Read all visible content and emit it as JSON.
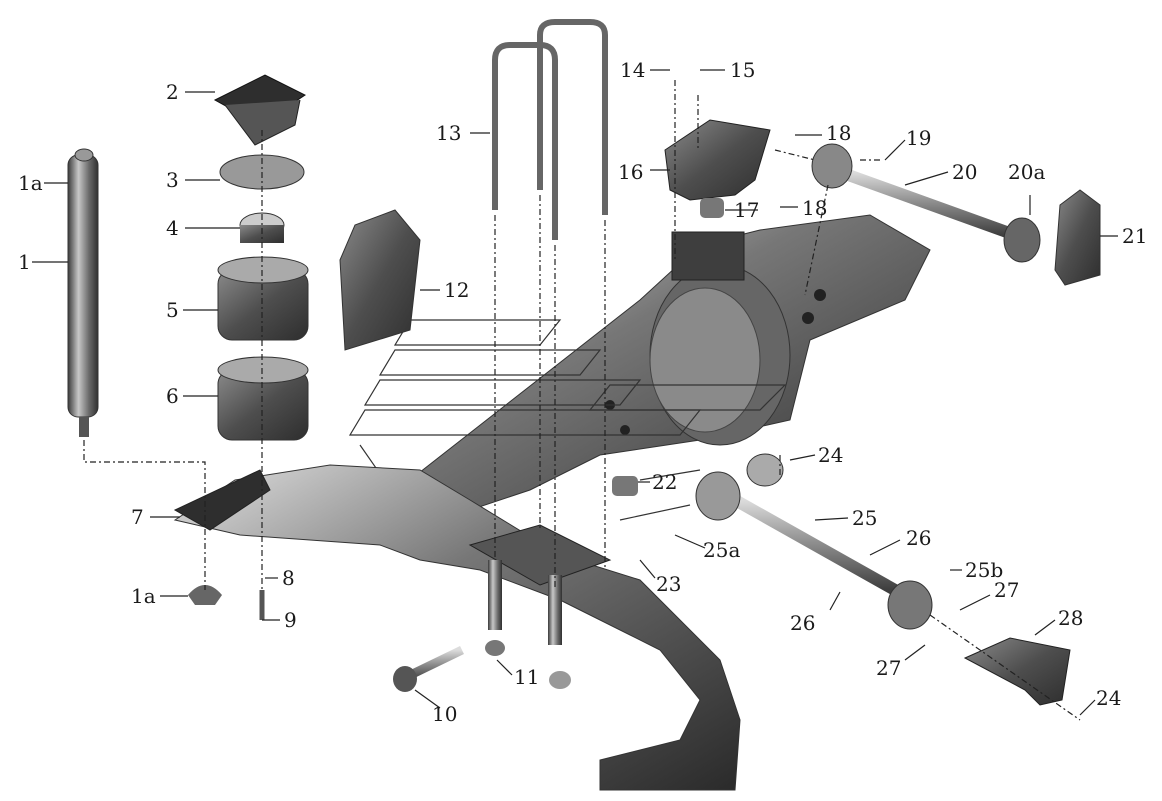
{
  "diagram": {
    "type": "exploded-parts-view",
    "colors": {
      "part_dark": "#4a4a4a",
      "part_mid": "#7a7a7a",
      "part_light": "#b8b8b8",
      "leader": "#222222",
      "background": "#ffffff"
    },
    "callouts": {
      "c1a_top": "1a",
      "c1": "1",
      "c2": "2",
      "c3": "3",
      "c4": "4",
      "c5": "5",
      "c6": "6",
      "c7": "7",
      "c1a_bottom": "1a",
      "c8": "8",
      "c9": "9",
      "c10": "10",
      "c11": "11",
      "c12": "12",
      "c13": "13",
      "c14": "14",
      "c15": "15",
      "c16": "16",
      "c17": "17",
      "c18_top": "18",
      "c18_mid": "18",
      "c19": "19",
      "c20": "20",
      "c20a": "20a",
      "c21": "21",
      "c22": "22",
      "c23": "23",
      "c24_top": "24",
      "c24_bottom": "24",
      "c25": "25",
      "c25a": "25a",
      "c25b": "25b",
      "c26_top": "26",
      "c26_bottom": "26",
      "c27_top": "27",
      "c27_bottom": "27",
      "c28": "28"
    }
  }
}
